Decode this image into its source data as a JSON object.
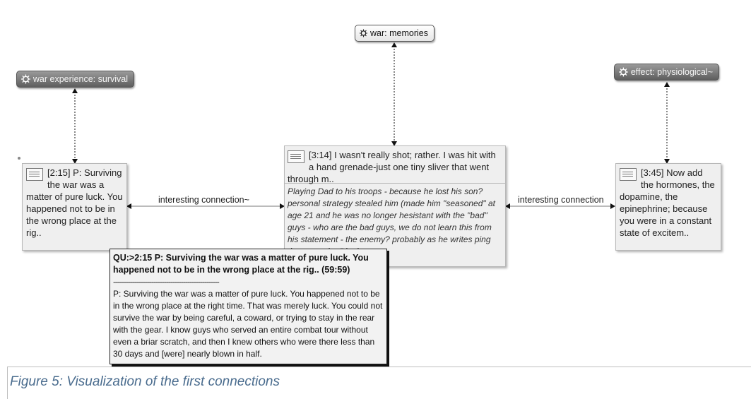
{
  "codes": {
    "survival": "war experience: survival",
    "memories": "war: memories",
    "physiological": "effect: physiological~"
  },
  "quotes": {
    "q1": "[2:15] P: Surviving the war was a matter of pure luck. You happened not to be in the wrong place at the rig..",
    "q2": "[3:14] I wasn't really shot; rather. I was hit with a hand grenade-just one tiny sliver that went through m..",
    "q2_comment": "Playing Dad to his troops - because he lost his son? personal strategy stealed him (made him \"seasoned\" at age 21 and he was no longer hesistant with the \"bad\" guys - who are the bad guys, we do not learn this from his statement - the enemy? probably as he writes",
    "q2_comment_tail": "ping them together\" in the...",
    "q3": "[3:45] Now add the hormones, the dopamine, the epinephrine; because you were in a constant state of excitem.."
  },
  "links": {
    "left": "interesting connection~",
    "right": "interesting connection"
  },
  "tooltip": {
    "title": "QU:>2:15 P: Surviving the war was a matter of pure luck. You happened not to be in the wrong place at the rig.. (59:59)",
    "separator": "--------------------------------------------------",
    "body": "P: Surviving the war was a matter of pure luck. You happened not to be in the wrong place at the right time. That was merely luck. You could not survive the war by being careful, a coward, or trying to stay in the rear with the gear. I know guys who served an entire combat tour without even a briar scratch, and then I knew others who were there less than 30 days and [were] nearly blown in half."
  },
  "caption": "Figure 5: Visualization of the first connections"
}
